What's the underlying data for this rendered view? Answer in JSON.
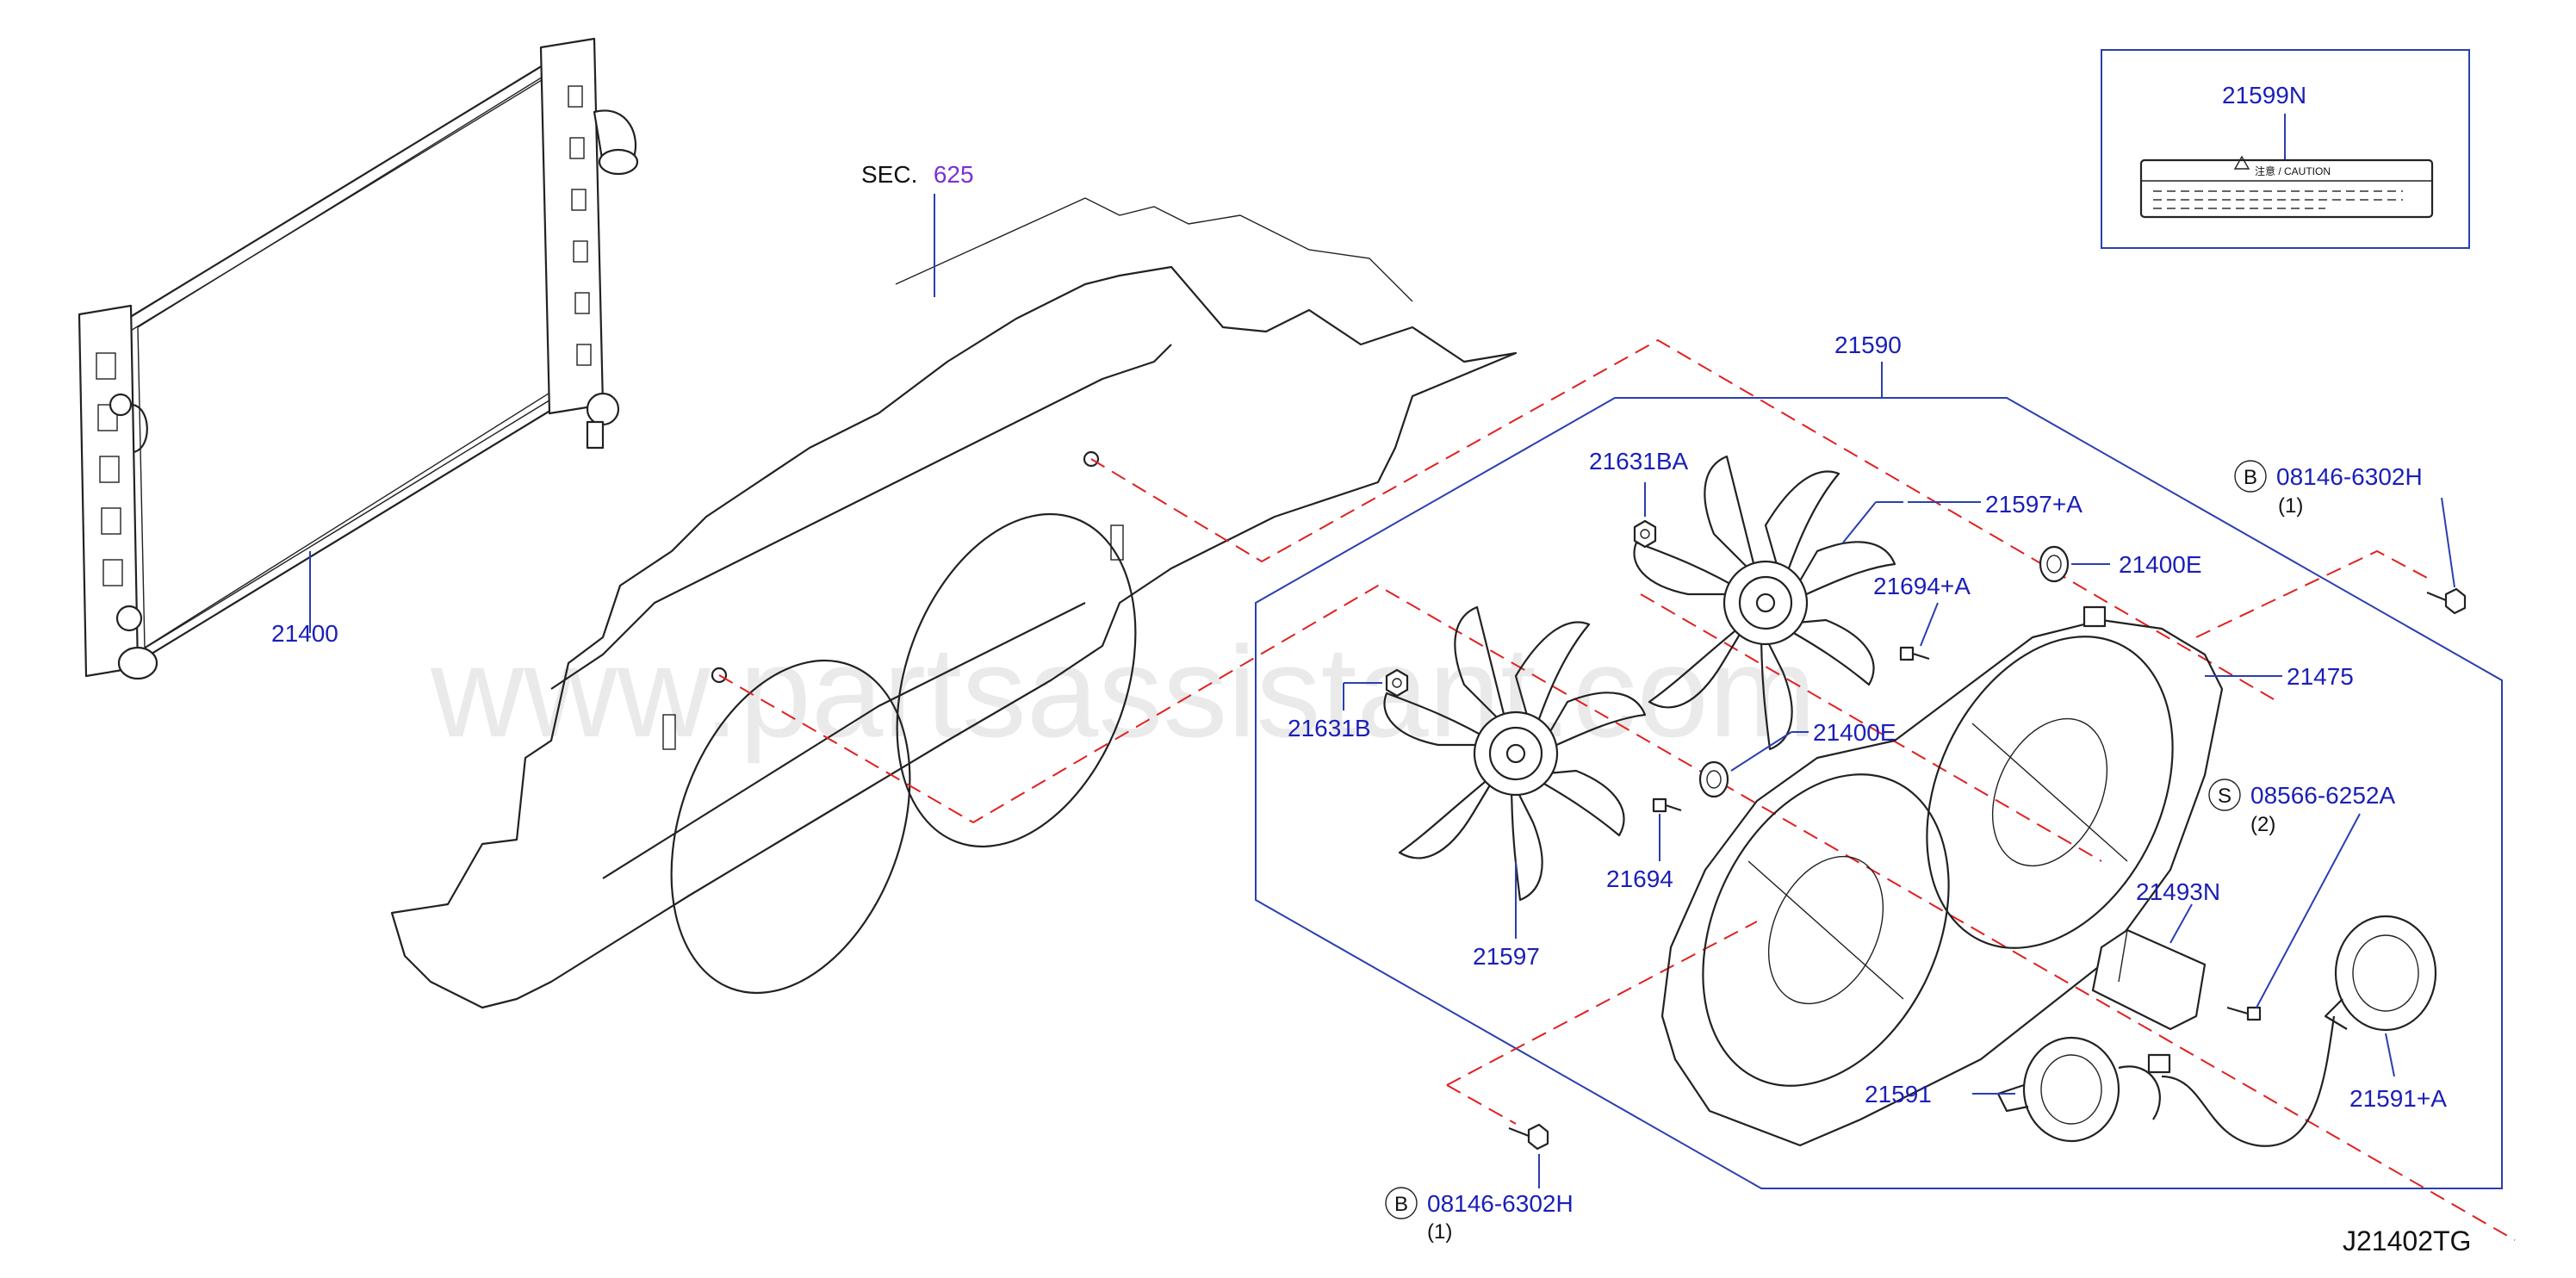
{
  "colors": {
    "callout": "#1a1fb8",
    "leader": "#2a3fb0",
    "phantom_line": "#e02020",
    "section_ref": "#7a2fd6",
    "watermark": "#d9d9d9"
  },
  "watermark": "www.partsassistant.com",
  "section_ref": {
    "prefix": "SEC.",
    "number": "625"
  },
  "label_box": {
    "part_no": "21599N",
    "caution_label": "注意 / CAUTION",
    "warning_icon": "warning-triangle-icon"
  },
  "callouts": {
    "radiator": "21400",
    "fan_assembly": "21590",
    "nut_a": "21631BA",
    "fan_blade_a": "21597+A",
    "grommet_e_top": "21400E",
    "bolt_a": "21694+A",
    "shroud": "21475",
    "nut_b": "21631B",
    "grommet_e_mid": "21400E",
    "bolt": "21694",
    "fan_blade": "21597",
    "resistor": "21493N",
    "motor": "21591",
    "motor_a": "21591+A"
  },
  "fasteners": [
    {
      "badge": "B",
      "part_no": "08146-6302H",
      "qty": "(1)"
    },
    {
      "badge": "S",
      "part_no": "08566-6252A",
      "qty": "(2)"
    },
    {
      "badge": "B",
      "part_no": "08146-6302H",
      "qty": "(1)"
    }
  ],
  "diagram_code": "J21402TG"
}
